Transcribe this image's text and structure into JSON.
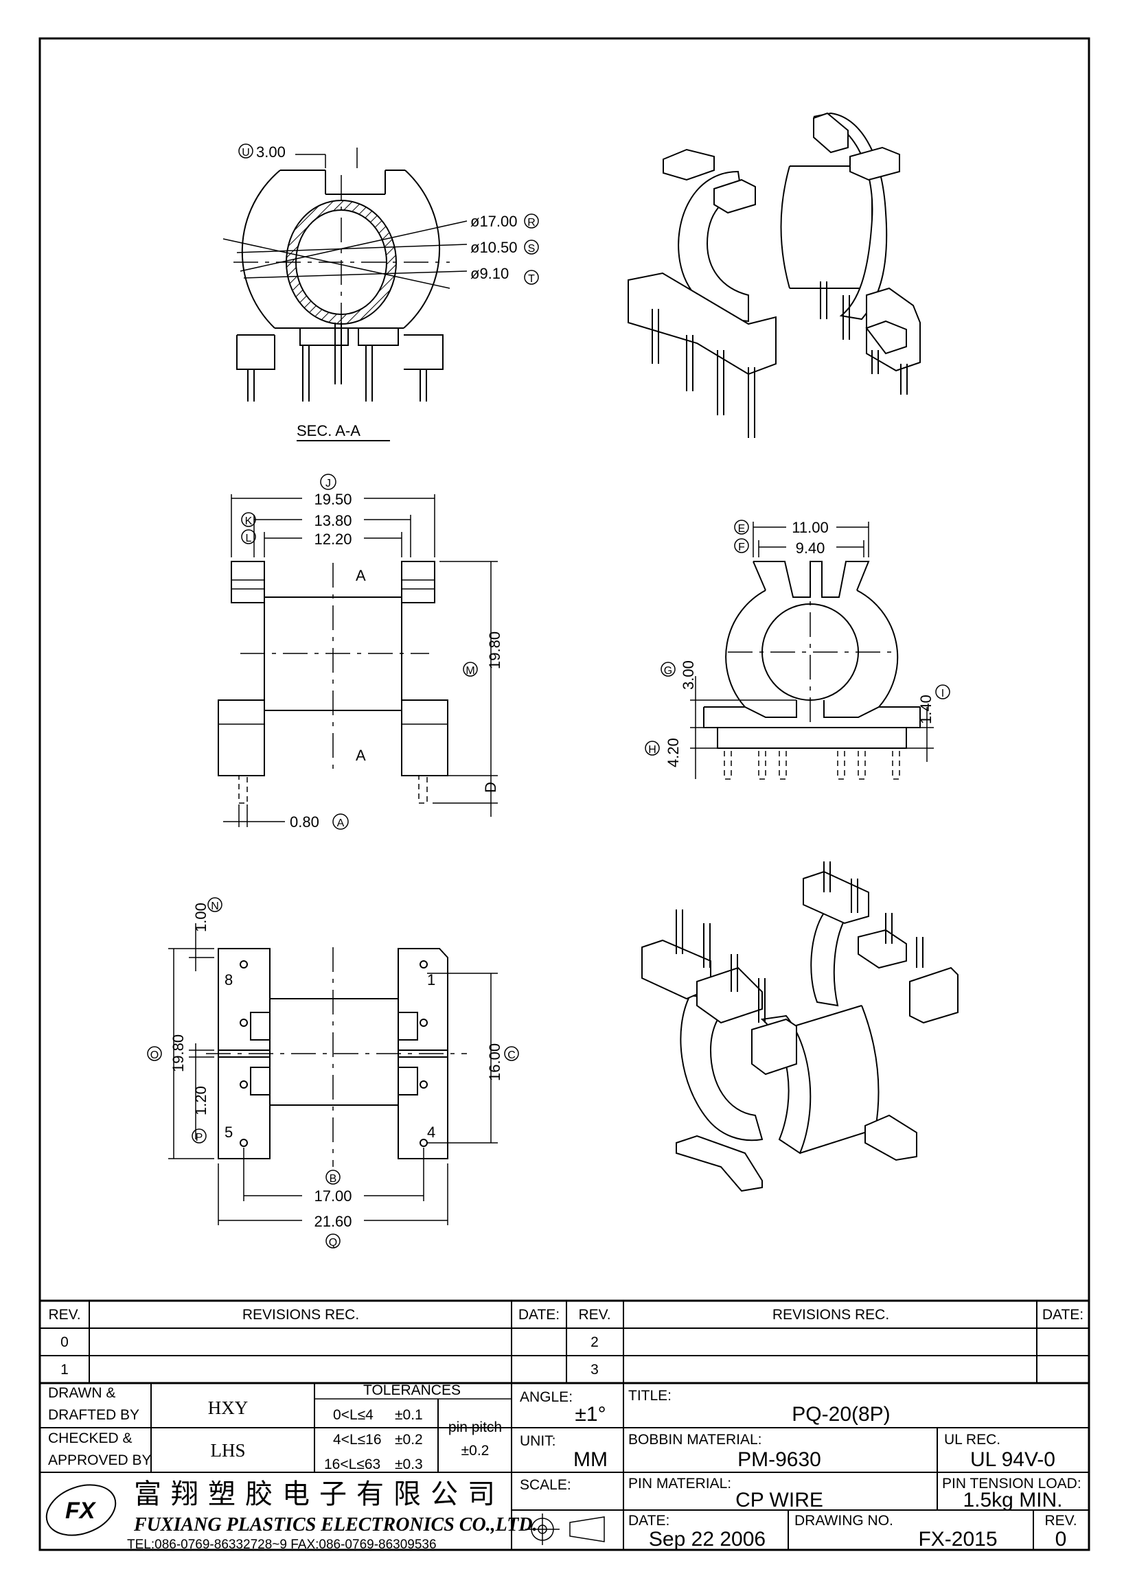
{
  "views": {
    "section_label": "SEC. A-A",
    "section_marker": "A",
    "top_dims": [
      {
        "id": "U",
        "value": "3.00"
      },
      {
        "id": "R",
        "value": "ø17.00"
      },
      {
        "id": "S",
        "value": "ø10.50"
      },
      {
        "id": "T",
        "value": "ø9.10"
      }
    ],
    "front_dims": [
      {
        "id": "J",
        "value": "19.50"
      },
      {
        "id": "K",
        "value": "13.80"
      },
      {
        "id": "L",
        "value": "12.20"
      },
      {
        "id": "M",
        "value": "19.80"
      },
      {
        "id": "D",
        "value": ""
      },
      {
        "id": "A",
        "value": "0.80"
      }
    ],
    "side_dims": [
      {
        "id": "E",
        "value": "11.00"
      },
      {
        "id": "F",
        "value": "9.40"
      },
      {
        "id": "G",
        "value": "3.00"
      },
      {
        "id": "H",
        "value": "4.20"
      },
      {
        "id": "I",
        "value": "1.40"
      }
    ],
    "bottom_dims": [
      {
        "id": "N",
        "value": "1.00"
      },
      {
        "id": "O",
        "value": "19.80"
      },
      {
        "id": "P",
        "value": "1.20"
      },
      {
        "id": "C",
        "value": "16.00"
      },
      {
        "id": "B",
        "value": "17.00"
      },
      {
        "id": "Q",
        "value": "21.60"
      }
    ],
    "pin_numbers": [
      "8",
      "1",
      "5",
      "4"
    ]
  },
  "title_block": {
    "rev_header": "REV.",
    "revisions_header": "REVISIONS   REC.",
    "date_header": "DATE:",
    "rev_left": [
      "0",
      "1"
    ],
    "rev_right": [
      "2",
      "3"
    ],
    "drawn_label_1": "DRAWN &",
    "drawn_label_2": "DRAFTED BY",
    "drawn_by": "HXY",
    "checked_label_1": "CHECKED &",
    "checked_label_2": "APPROVED BY",
    "checked_by": "LHS",
    "tolerances_header": "TOLERANCES",
    "tolerances": [
      {
        "range": "0<L≤4",
        "tol": "±0.1"
      },
      {
        "range": "4<L≤16",
        "tol": "±0.2"
      },
      {
        "range": "16<L≤63",
        "tol": "±0.3"
      }
    ],
    "pin_pitch_label": "pin pitch",
    "pin_pitch_tol": "±0.2",
    "angle_label": "ANGLE:",
    "angle_value": "±1°",
    "unit_label": "UNIT:",
    "unit_value": "MM",
    "scale_label": "SCALE:",
    "title_label": "TITLE:",
    "title_value": "PQ-20(8P)",
    "bobbin_label": "BOBBIN MATERIAL:",
    "bobbin_value": "PM-9630",
    "ul_label": "UL REC.",
    "ul_value": "UL 94V-0",
    "pin_material_label": "PIN MATERIAL:",
    "pin_material_value": "CP WIRE",
    "pin_tension_label": "PIN TENSION LOAD:",
    "pin_tension_value": "1.5kg MIN.",
    "date_label": "DATE:",
    "date_value": "Sep 22 2006",
    "drawing_no_label": "DRAWING NO.",
    "drawing_no_value": "FX-2015",
    "rev_label": "REV.",
    "rev_value": "0",
    "company_cn": "富翔塑胶电子有限公司",
    "company_en": "FUXIANG PLASTICS ELECTRONICS CO.,LTD.",
    "company_contact": "TEL:086-0769-86332728~9  FAX:086-0769-86309536"
  }
}
